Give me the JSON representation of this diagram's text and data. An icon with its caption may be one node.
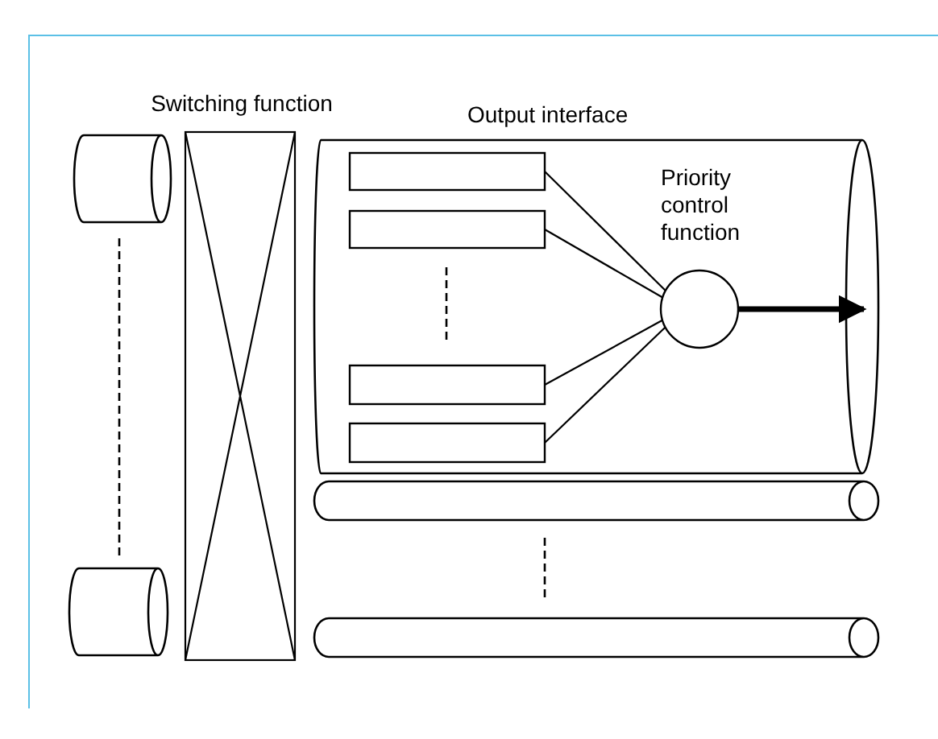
{
  "diagram": {
    "nodes": [
      {
        "text": [],
        "shape": "cylinder"
      },
      {
        "text": [],
        "shape": "cylinder"
      },
      {
        "text": [
          "Switching function"
        ]
      },
      {
        "text": [
          "Output interface"
        ]
      },
      {
        "text": [],
        "shape": "box",
        "in": 3
      },
      {
        "text": [],
        "shape": "box",
        "in": 3
      },
      {
        "text": [],
        "shape": "box",
        "in": 3
      },
      {
        "text": [],
        "shape": "box",
        "in": 3
      },
      {
        "text": [
          "Priority control function"
        ],
        "in": 3
      },
      {
        "text": [],
        "shape": "cylinder"
      },
      {
        "text": [],
        "shape": "cylinder"
      }
    ],
    "edges": [
      {
        "from": 4,
        "to": 8,
        "arrow": "none"
      },
      {
        "from": 5,
        "to": 8,
        "arrow": "none"
      },
      {
        "from": 6,
        "to": 8,
        "arrow": "none"
      },
      {
        "from": 7,
        "to": 8,
        "arrow": "none"
      },
      {
        "from": 8,
        "to": null,
        "arrow": "to",
        "style": "thick"
      }
    ]
  }
}
